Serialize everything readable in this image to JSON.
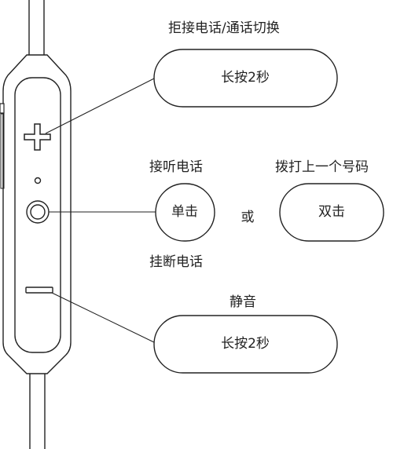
{
  "labels": {
    "top_action": "拒接电话/通话切换",
    "top_pill": "长按2秒",
    "answer": "接听电话",
    "single_click": "单击",
    "or": "或",
    "redial": "拨打上一个号码",
    "double_click": "双击",
    "hangup": "挂断电话",
    "mute": "静音",
    "bottom_pill": "长按2秒"
  }
}
